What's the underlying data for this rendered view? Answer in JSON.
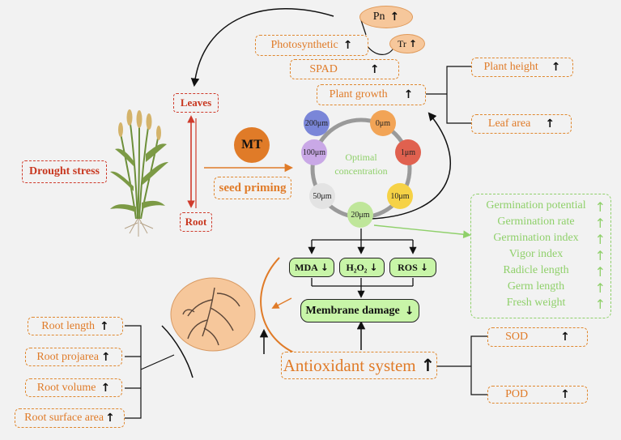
{
  "stress": "Drought stress",
  "leaves": "Leaves",
  "root": "Root",
  "mt": "MT",
  "seed_priming": "seed priming",
  "photosynthetic": "Photosynthetic",
  "pn": "Pn",
  "tr": "Tr",
  "spad": "SPAD",
  "plant_growth": "Plant growth",
  "plant_height": "Plant height",
  "leaf_area": "Leaf area",
  "ring_center": [
    "Optimal",
    "concentration"
  ],
  "concentrations": [
    "200μm",
    "0μm",
    "1μm",
    "10μm",
    "20μm",
    "50μm",
    "100μm"
  ],
  "concentration_colors": [
    "#7a86d8",
    "#f2a456",
    "#e0614f",
    "#f6d246",
    "#bfe69a",
    "#e3e3e3",
    "#c9a8e6"
  ],
  "germination": [
    "Germination potential",
    "Germination rate",
    "Germination index",
    "Vigor index",
    "Radicle length",
    "Germ length",
    "Fresh weight"
  ],
  "mda": "MDA",
  "h2o2": "H₂O₂",
  "ros": "ROS",
  "membrane": "Membrane damage",
  "antioxidant": "Antioxidant system",
  "sod": "SOD",
  "pod": "POD",
  "root_traits": [
    "Root length",
    "Root projarea",
    "Root volume",
    "Root surface area"
  ],
  "arrows": {
    "up": "↑",
    "down": "↓"
  },
  "colors": {
    "orange": "#e07b28",
    "red": "#cf3b2c",
    "green": "#8fd06a",
    "membrane_fill": "#c8f5a8",
    "root_fill": "#f6c79b"
  }
}
